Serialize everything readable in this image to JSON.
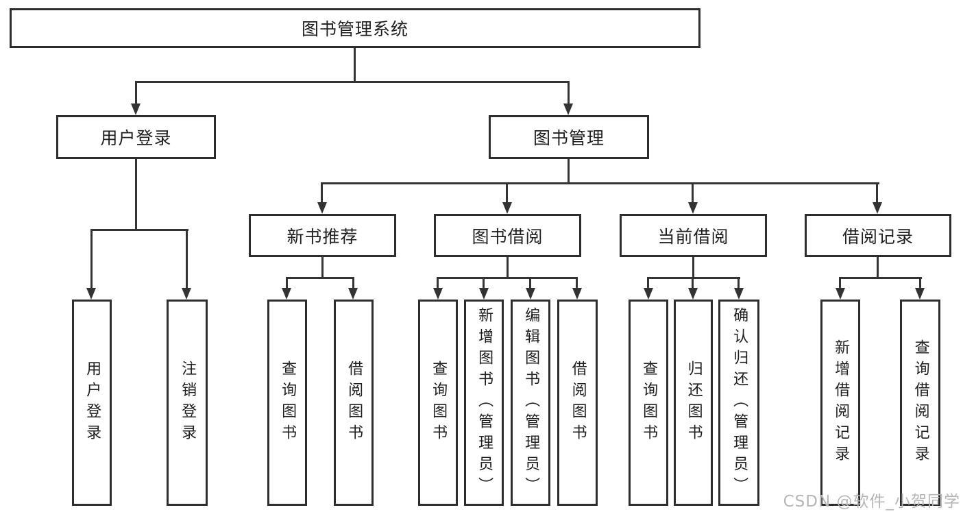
{
  "watermark": "CSDN @软件_小贺同学",
  "colors": {
    "line": "#333333",
    "border": "#2d2d2d",
    "text": "#1f1f1f",
    "watermark": "#b6b6b6",
    "background": "#ffffff"
  },
  "nodes": {
    "root": "图书管理系统",
    "user_login": "用户登录",
    "book_management": "图书管理",
    "recommend": "新书推荐",
    "borrow": "图书借阅",
    "current": "当前借阅",
    "records": "借阅记录",
    "login_leaves": [
      "用户登录",
      "注销登录"
    ],
    "recommend_leaves": [
      "查询图书",
      "借阅图书"
    ],
    "borrow_leaves": [
      "查询图书",
      "新增图书（管理员）",
      "编辑图书（管理员）",
      "借阅图书"
    ],
    "current_leaves": [
      "查询图书",
      "归还图书",
      "确认归还（管理员）"
    ],
    "records_leaves": [
      "新增借阅记录",
      "查询借阅记录"
    ]
  }
}
